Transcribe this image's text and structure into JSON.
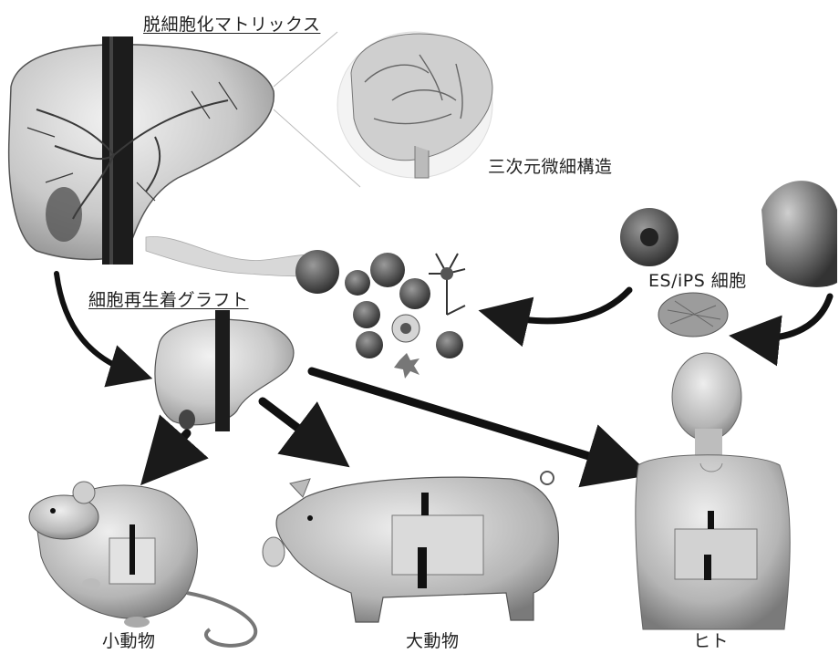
{
  "labels": {
    "decell_matrix": "脱細胞化マトリックス",
    "micro_structure": "三次元微細構造",
    "es_ips": "ES/iPS 細胞",
    "graft": "細胞再生着グラフト",
    "small_animal": "小動物",
    "large_animal": "大動物",
    "human": "ヒト"
  }
}
